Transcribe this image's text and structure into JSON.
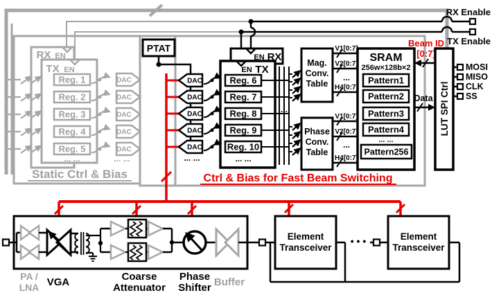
{
  "top": {
    "rx_enable": "RX Enable",
    "tx_enable": "TX Enable"
  },
  "static_block": {
    "rx": "RX",
    "tx": "TX",
    "en": "EN",
    "regs": [
      "Reg. 1",
      "Reg. 2",
      "Reg. 3",
      "Reg. 4",
      "Reg. 5"
    ],
    "dac": "DAC",
    "dots": "... ...",
    "title": "Static Ctrl & Bias"
  },
  "fast_block": {
    "ptat": "PTAT",
    "rx": "RX",
    "tx": "TX",
    "en": "EN",
    "regs": [
      "Reg. 6",
      "Reg. 7",
      "Reg. 8",
      "Reg. 9",
      "Reg. 10"
    ],
    "dac": "DAC",
    "dots": "... ...",
    "rails_dots": "...",
    "title": "Ctrl & Bias for Fast Beam Switching"
  },
  "tables": {
    "mag": [
      "Mag.",
      "Conv.",
      "Table"
    ],
    "phase": [
      "Phase",
      "Conv.",
      "Table"
    ],
    "signals": [
      "V1[0:7]",
      "V2[0:7]",
      "H4[0:7]"
    ],
    "dots": "..."
  },
  "sram": {
    "title": "SRAM",
    "size": "256w×128b×2",
    "patterns": [
      "Pattern1",
      "Pattern2",
      "Pattern3",
      "Pattern4"
    ],
    "dots": "... ...",
    "last": "Pattern256"
  },
  "spi": {
    "block": "LUT SPI Ctrl",
    "beam_id": [
      "Beam ID",
      "[0:7]"
    ],
    "data": "Data",
    "ports": [
      "MOSI",
      "MISO",
      "CLK",
      "SS"
    ]
  },
  "rf": {
    "pa_lna": [
      "PA /",
      "LNA"
    ],
    "vga": "VGA",
    "coarse": [
      "Coarse",
      "Attenuator"
    ],
    "shifter": [
      "Phase",
      "Shifter"
    ],
    "buffer": "Buffer"
  },
  "elements": {
    "label": [
      "Element",
      "Transceiver"
    ],
    "dots": "• • •"
  },
  "colors": {
    "accent_red": "#e60000",
    "wire_gray": "#a6a6a6",
    "black": "#000000"
  }
}
